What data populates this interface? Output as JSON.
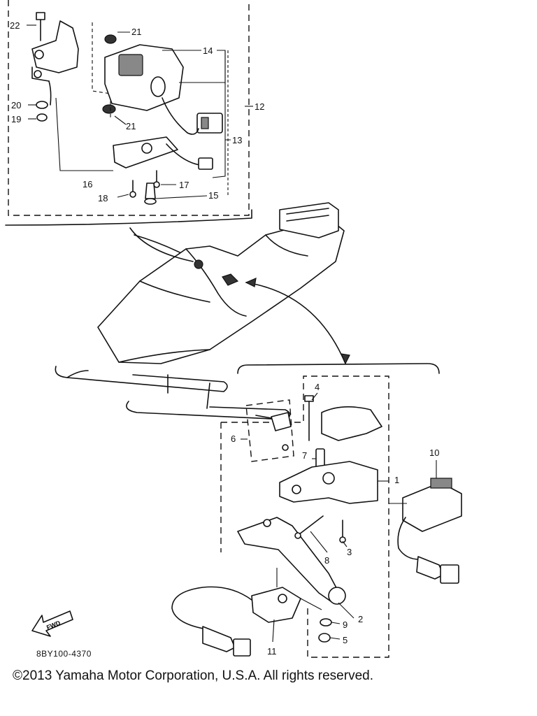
{
  "callouts": {
    "c1": "1",
    "c2": "2",
    "c3": "3",
    "c4": "4",
    "c5": "5",
    "c6": "6",
    "c7": "7",
    "c8": "8",
    "c9": "9",
    "c10": "10",
    "c11": "11",
    "c12": "12",
    "c13": "13",
    "c14": "14",
    "c15": "15",
    "c16": "16",
    "c17": "17",
    "c18": "18",
    "c19": "19",
    "c20": "20",
    "c21a": "21",
    "c21b": "21",
    "c22": "22"
  },
  "fwd_label": "FWD",
  "diagram_code": "8BY100-4370",
  "copyright": "©2013 Yamaha Motor Corporation, U.S.A. All rights reserved."
}
